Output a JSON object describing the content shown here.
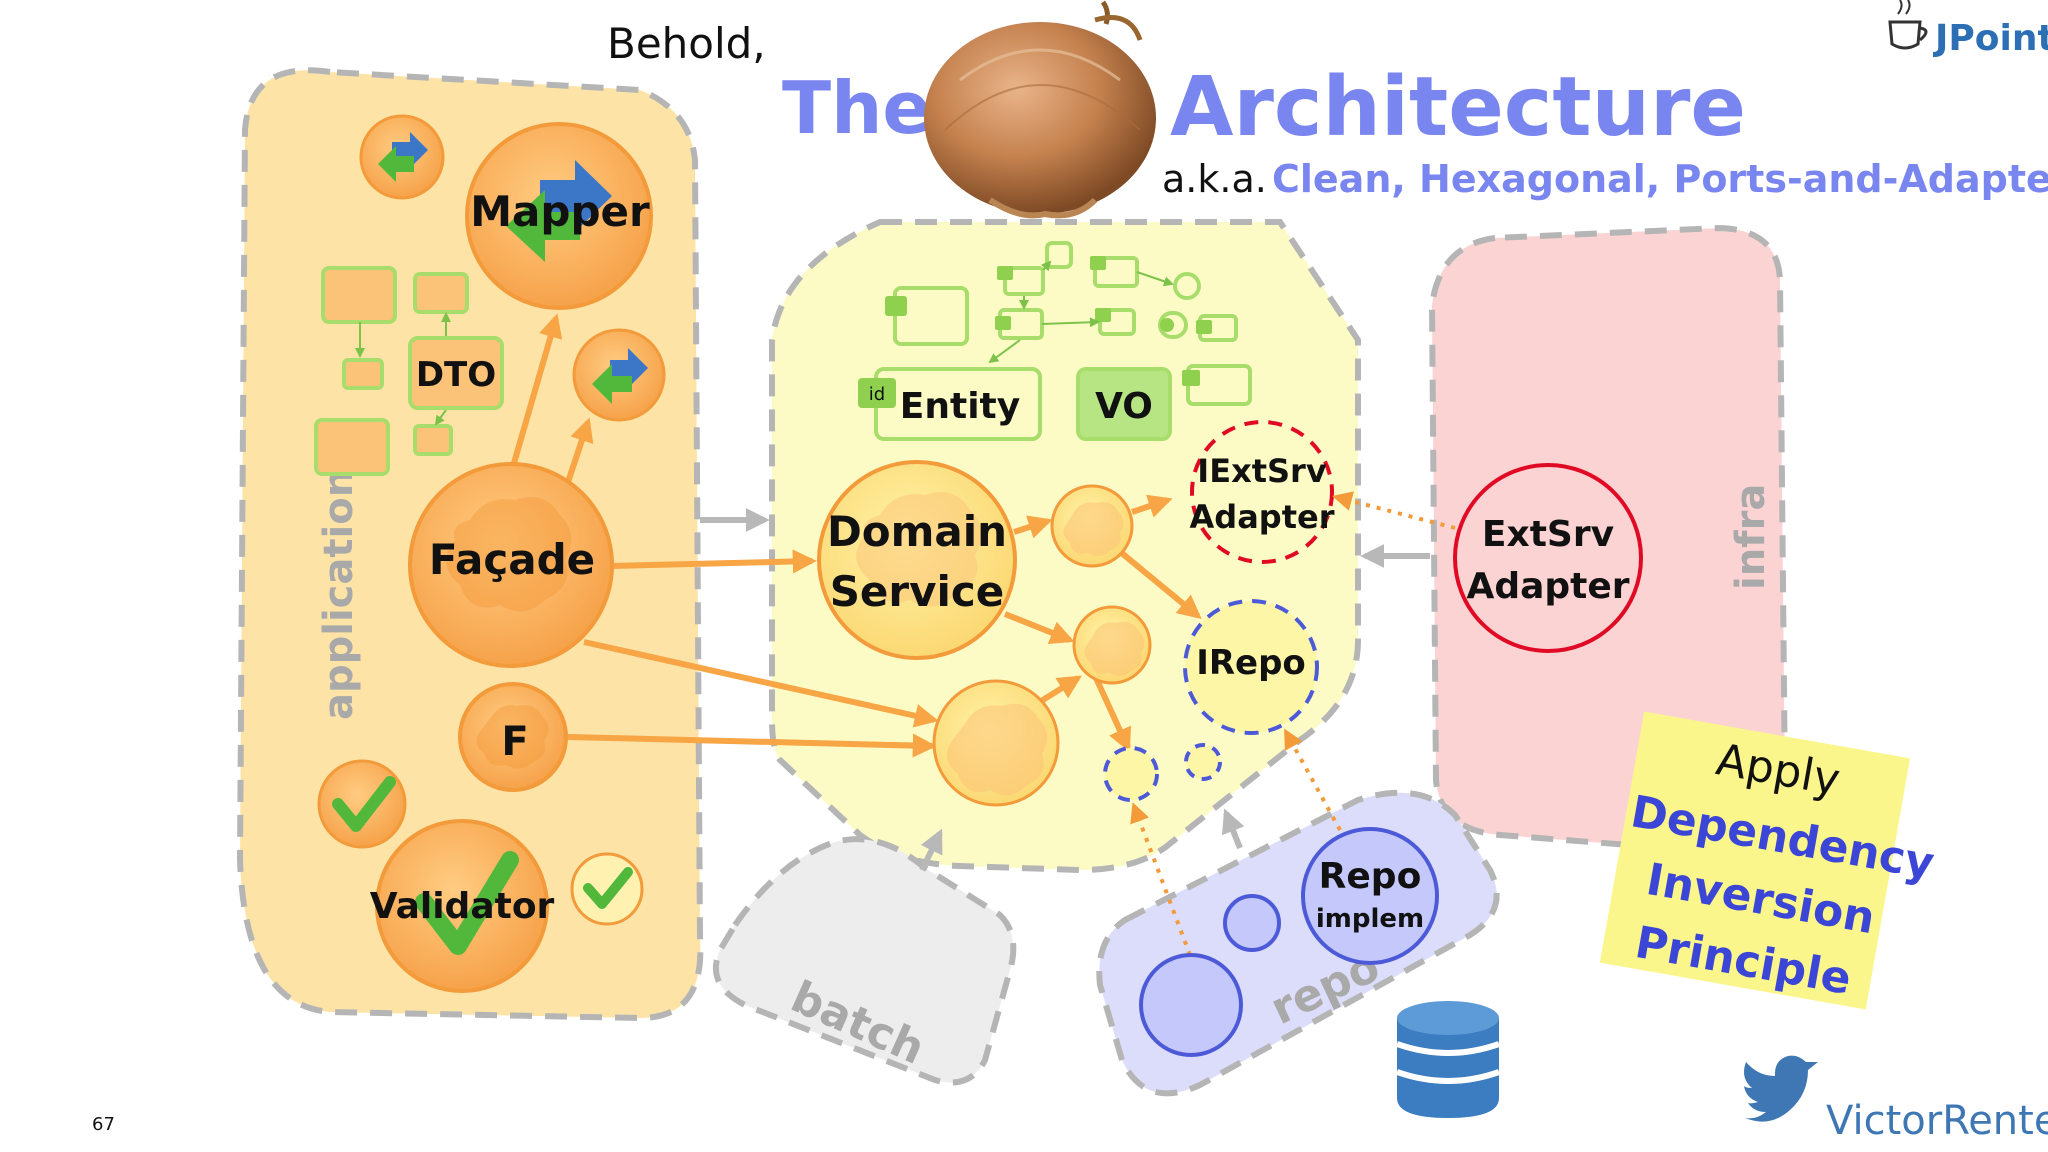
{
  "header": {
    "behold": "Behold,",
    "title_the": "The",
    "title_architecture": "Architecture",
    "aka_prefix": "a.k.a.",
    "aka_names": "Clean, Hexagonal, Ports-and-Adapters"
  },
  "brand": {
    "logo_text": "JPoint"
  },
  "application_layer": {
    "label": "application",
    "mapper": "Mapper",
    "dto": "DTO",
    "facade": "Façade",
    "f": "F",
    "validator": "Validator"
  },
  "domain_layer": {
    "id_tag": "id",
    "entity": "Entity",
    "vo": "VO",
    "domain_service_line1": "Domain",
    "domain_service_line2": "Service",
    "iextsrv_line1": "IExtSrv",
    "iextsrv_line2": "Adapter",
    "irepo": "IRepo"
  },
  "infra_layer": {
    "label": "infra",
    "adapter_line1": "ExtSrv",
    "adapter_line2": "Adapter"
  },
  "repo_layer": {
    "label": "repo",
    "repo_line1": "Repo",
    "repo_line2": "implem"
  },
  "batch_layer": {
    "label": "batch"
  },
  "sticky_note": {
    "line1": "Apply",
    "line2": "Dependency",
    "line3": "Inversion",
    "line4": "Principle"
  },
  "footer": {
    "slide_number": "67",
    "website": "VictorRentea.ro"
  },
  "colors": {
    "application_fill": "#fde3a6",
    "domain_fill": "#fdfbc5",
    "infra_fill": "#fbd3d3",
    "repo_fill": "#dcdcfb",
    "batch_fill": "#ededed",
    "orange": "#f7a545",
    "red": "#e00a24",
    "periwinkle": "#7a86ef",
    "blue_dashed": "#4d5ad8",
    "green": "#a8dd6c",
    "sticky": "#fbf68b"
  }
}
